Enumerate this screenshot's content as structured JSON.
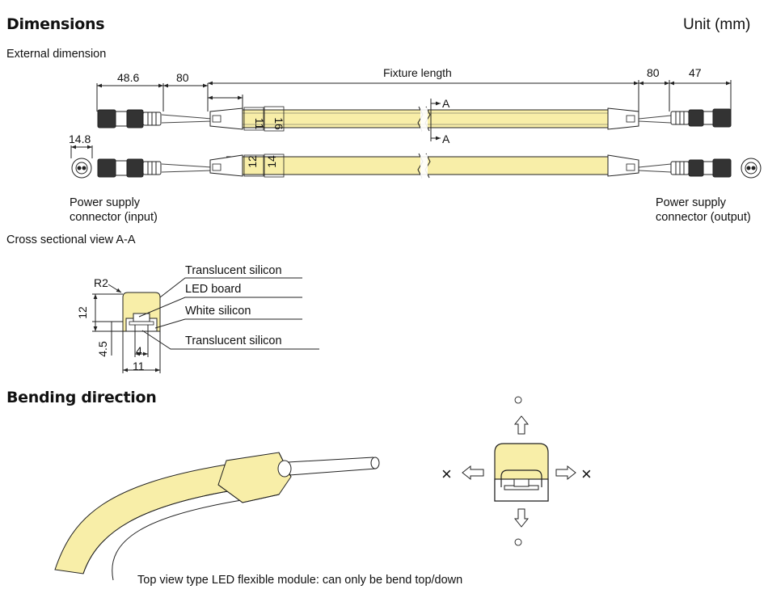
{
  "headings": {
    "dimensions": "Dimensions",
    "unit": "Unit (mm)",
    "external_dimension": "External dimension",
    "cross_section": "Cross sectional view A-A",
    "bending_direction": "Bending direction"
  },
  "external_dims": {
    "connector_length": "48.6",
    "lead_left": "80",
    "fixture_length": "Fixture length",
    "lead_right": "80",
    "connector_right": "47",
    "connector_dia": "14.8",
    "inner_width_top": "11",
    "outer_width_top": "16",
    "inner_width_side": "12",
    "outer_width_side": "14",
    "section_mark": "A"
  },
  "connectors": {
    "input_line1": "Power supply",
    "input_line2": "connector (input)",
    "output_line1": "Power supply",
    "output_line2": "connector (output)"
  },
  "cross_section": {
    "radius": "R2",
    "height": "12",
    "base_height": "4.5",
    "board_width": "4",
    "total_width": "11",
    "callouts": [
      "Translucent silicon",
      "LED board",
      "White silicon",
      "Translucent silicon"
    ]
  },
  "bending": {
    "caption": "Top view type LED flexible module: can only be bend top/down",
    "allowed_symbol": "○",
    "not_allowed_symbol": "×"
  },
  "colors": {
    "led_fill": "#f8eea8",
    "line": "#222222"
  }
}
